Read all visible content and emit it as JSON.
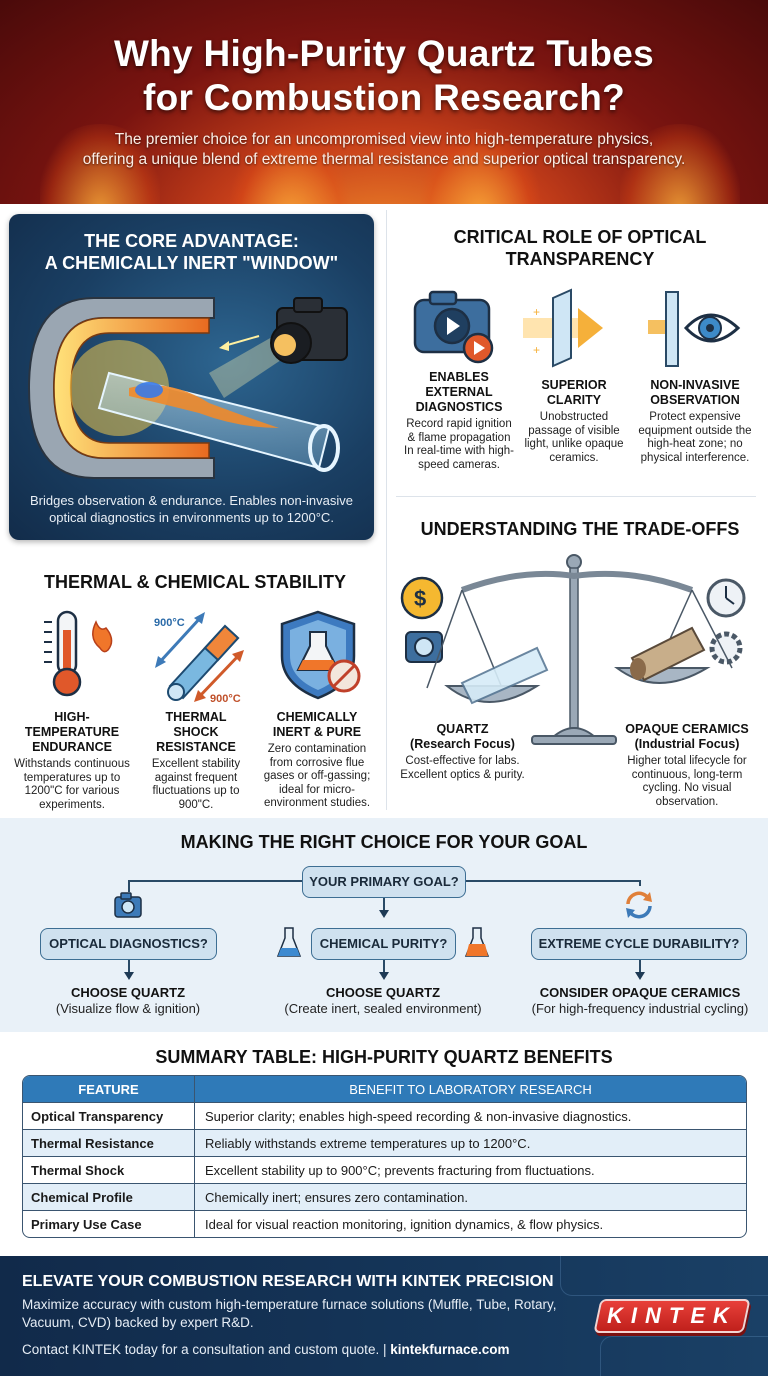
{
  "hero": {
    "title_line1": "Why High-Purity Quartz Tubes",
    "title_line2": "for Combustion Research?",
    "subtitle_line1": "The premier choice for an uncompromised view into high-temperature physics,",
    "subtitle_line2": "offering a unique blend of extreme thermal resistance and superior optical transparency."
  },
  "core_advantage": {
    "title_line1": "THE CORE ADVANTAGE:",
    "title_line2": "A CHEMICALLY INERT \"WINDOW\"",
    "caption_line1": "Bridges observation & endurance. Enables non-invasive",
    "caption_line2": "optical diagnostics in environments up to 1200°C."
  },
  "optical": {
    "title_line1": "CRITICAL ROLE OF OPTICAL",
    "title_line2": "TRANSPARENCY",
    "features": [
      {
        "icon": "video-camera-icon",
        "title": "ENABLES EXTERNAL DIAGNOSTICS",
        "desc": "Record rapid ignition & flame propagation In real-time with high-speed cameras."
      },
      {
        "icon": "light-through-glass-icon",
        "title": "SUPERIOR CLARITY",
        "desc": "Unobstructed passage of visible light, unlike opaque ceramics."
      },
      {
        "icon": "eye-behind-glass-icon",
        "title": "NON-INVASIVE OBSERVATION",
        "desc": "Protect expensive equipment outside the high-heat zone; no physical interference."
      }
    ]
  },
  "thermal": {
    "title": "THERMAL & CHEMICAL STABILITY",
    "shock_label_top": "900°C",
    "shock_label_bottom": "900°C",
    "features": [
      {
        "icon": "thermometer-flame-icon",
        "title": "HIGH-TEMPERATURE ENDURANCE",
        "desc": "Withstands continuous temperatures up to 1200\"C for various experiments."
      },
      {
        "icon": "thermal-shock-tube-icon",
        "title": "THERMAL SHOCK RESISTANCE",
        "desc": "Excellent stability against frequent fluctuations up to 900\"C."
      },
      {
        "icon": "shield-flask-icon",
        "title": "CHEMICALLY INERT & PURE",
        "desc": "Zero contamination from corrosive flue gases or off-gassing; ideal for micro-environment studies."
      }
    ]
  },
  "tradeoffs": {
    "title": "UNDERSTANDING THE TRADE-OFFS",
    "left": {
      "title": "QUARTZ",
      "subtitle": "(Research Focus)",
      "desc": "Cost-effective for labs. Excellent optics & purity."
    },
    "right": {
      "title": "OPAQUE CERAMICS",
      "subtitle": "(Industrial Focus)",
      "desc": "Higher total lifecycle for continuous, long-term cycling. No visual observation."
    }
  },
  "choice": {
    "title": "MAKING THE RIGHT CHOICE FOR YOUR GOAL",
    "root": "YOUR PRIMARY GOAL?",
    "branches": [
      {
        "question": "OPTICAL DIAGNOSTICS?",
        "answer": "CHOOSE QUARTZ",
        "note": "(Visualize flow & ignition)"
      },
      {
        "question": "CHEMICAL PURITY?",
        "answer": "CHOOSE QUARTZ",
        "note": "(Create inert, sealed environment)"
      },
      {
        "question": "EXTREME CYCLE DURABILITY?",
        "answer": "CONSIDER OPAQUE CERAMICS",
        "note": "(For high-frequency industrial cycling)"
      }
    ]
  },
  "summary": {
    "title": "SUMMARY TABLE: HIGH-PURITY QUARTZ BENEFITS",
    "headers": [
      "FEATURE",
      "BENEFIT TO LABORATORY RESEARCH"
    ],
    "rows": [
      [
        "Optical Transparency",
        "Superior clarity; enables high-speed recording & non-invasive diagnostics."
      ],
      [
        "Thermal Resistance",
        "Reliably withstands extreme temperatures up to 1200°C."
      ],
      [
        "Thermal Shock",
        "Excellent stability up to 900°C; prevents fracturing from fluctuations."
      ],
      [
        "Chemical Profile",
        "Chemically inert; ensures zero contamination."
      ],
      [
        "Primary Use Case",
        "Ideal for visual reaction monitoring, ignition dynamics, & flow physics."
      ]
    ]
  },
  "footer": {
    "headline": "ELEVATE YOUR COMBUSTION RESEARCH WITH KINTEK PRECISION",
    "body": "Maximize accuracy with custom high-temperature furnace solutions (Muffle, Tube, Rotary, Vacuum, CVD) backed by expert R&D.",
    "contact": "Contact KINTEK today for a consultation and custom quote. | ",
    "website": "kintekfurnace.com",
    "logo": "KINTEK"
  },
  "colors": {
    "accent_blue": "#2f7ab8",
    "dark_navy": "#122c4a",
    "brand_red": "#d32f2a",
    "flame_orange": "#e8662a"
  }
}
